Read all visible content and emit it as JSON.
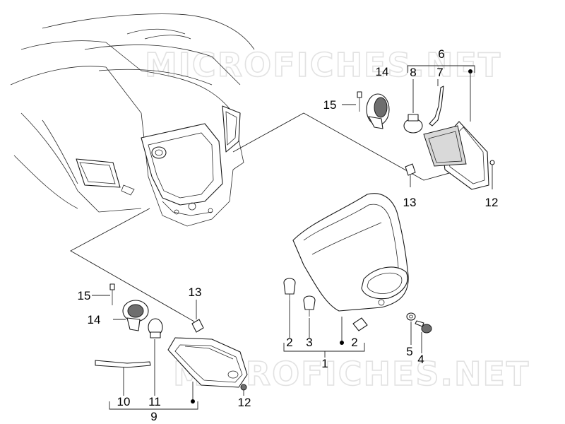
{
  "watermark": "MICROFICHES.NET",
  "callouts": {
    "c1": "1",
    "c2a": "2",
    "c2b": "2",
    "c3": "3",
    "c4": "4",
    "c5": "5",
    "c6": "6",
    "c7": "7",
    "c8": "8",
    "c9": "9",
    "c10": "10",
    "c11": "11",
    "c12a": "12",
    "c12b": "12",
    "c13a": "13",
    "c13b": "13",
    "c14a": "14",
    "c14b": "14",
    "c15a": "15",
    "c15b": "15"
  }
}
